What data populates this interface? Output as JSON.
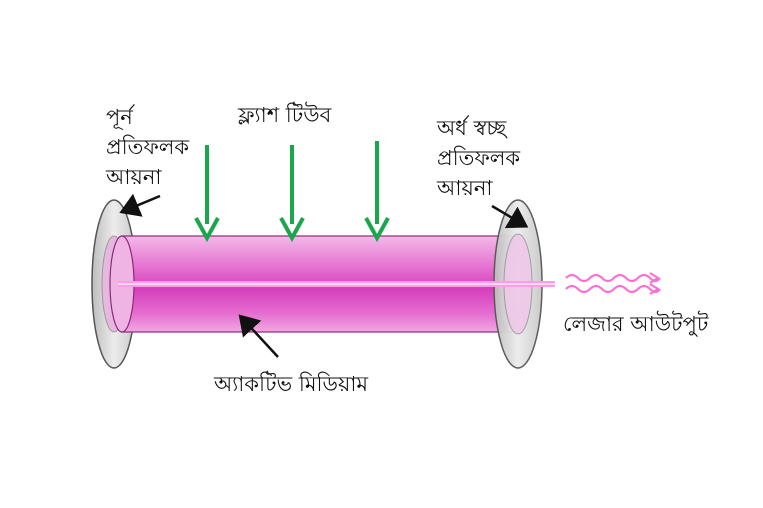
{
  "labels": {
    "full_mirror": [
      "পূর্ন",
      "প্রতিফলক",
      "আয়না"
    ],
    "flash_tube": "ফ্ল্যাশ টিউব",
    "partial_mirror": [
      "অর্ধ স্বচ্ছ",
      "প্রতিফলক",
      "আয়না"
    ],
    "laser_output": "লেজার আউটপুট",
    "active_medium": "অ্যাকটিভ মিডিয়াম"
  },
  "colors": {
    "rod": "#e060c8",
    "rod_dark": "#b0108e",
    "beam": "#ff9ce8",
    "flash_arrow": "#1aa64a",
    "mirror": "#d9d9d9",
    "label_arrow": "#111111"
  }
}
